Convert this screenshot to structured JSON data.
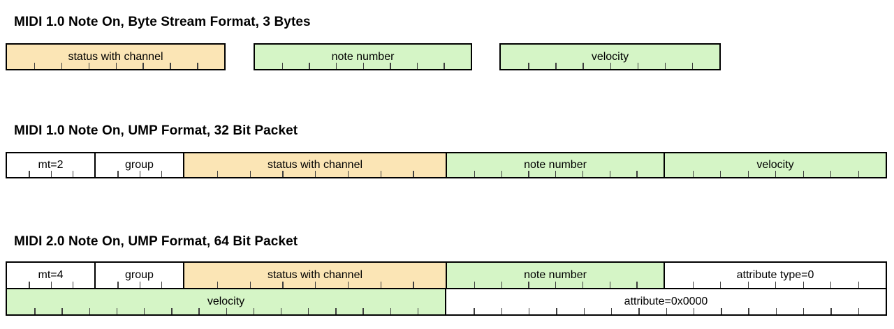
{
  "colors": {
    "status-fill": "#fbe5b5",
    "data-fill": "#d5f5c6",
    "plain-fill": "#ffffff",
    "border": "#000000",
    "tick": "#3f3f3f",
    "text": "#000000",
    "bg": "#ffffff"
  },
  "sections": {
    "byte_stream": {
      "title": "MIDI 1.0 Note On, Byte Stream Format, 3 Bytes",
      "fields": [
        {
          "label": "status with channel",
          "bits": 8,
          "fill": "status"
        },
        {
          "label": "note number",
          "bits": 8,
          "fill": "data"
        },
        {
          "label": "velocity",
          "bits": 8,
          "fill": "data"
        }
      ]
    },
    "ump32": {
      "title": "MIDI 1.0 Note On, UMP Format, 32 Bit Packet",
      "fields": [
        {
          "label": "mt=2",
          "bits": 4,
          "fill": "plain"
        },
        {
          "label": "group",
          "bits": 4,
          "fill": "plain"
        },
        {
          "label": "status with channel",
          "bits": 8,
          "fill": "status"
        },
        {
          "label": "note number",
          "bits": 8,
          "fill": "data"
        },
        {
          "label": "velocity",
          "bits": 8,
          "fill": "data"
        }
      ]
    },
    "ump64": {
      "title": "MIDI 2.0 Note On, UMP Format, 64 Bit Packet",
      "word1": [
        {
          "label": "mt=4",
          "bits": 4,
          "fill": "plain"
        },
        {
          "label": "group",
          "bits": 4,
          "fill": "plain"
        },
        {
          "label": "status with channel",
          "bits": 8,
          "fill": "status"
        },
        {
          "label": "note number",
          "bits": 8,
          "fill": "data"
        },
        {
          "label": "attribute type=0",
          "bits": 8,
          "fill": "plain"
        }
      ],
      "word2": [
        {
          "label": "velocity",
          "bits": 16,
          "fill": "data"
        },
        {
          "label": "attribute=0x0000",
          "bits": 16,
          "fill": "plain"
        }
      ]
    }
  }
}
